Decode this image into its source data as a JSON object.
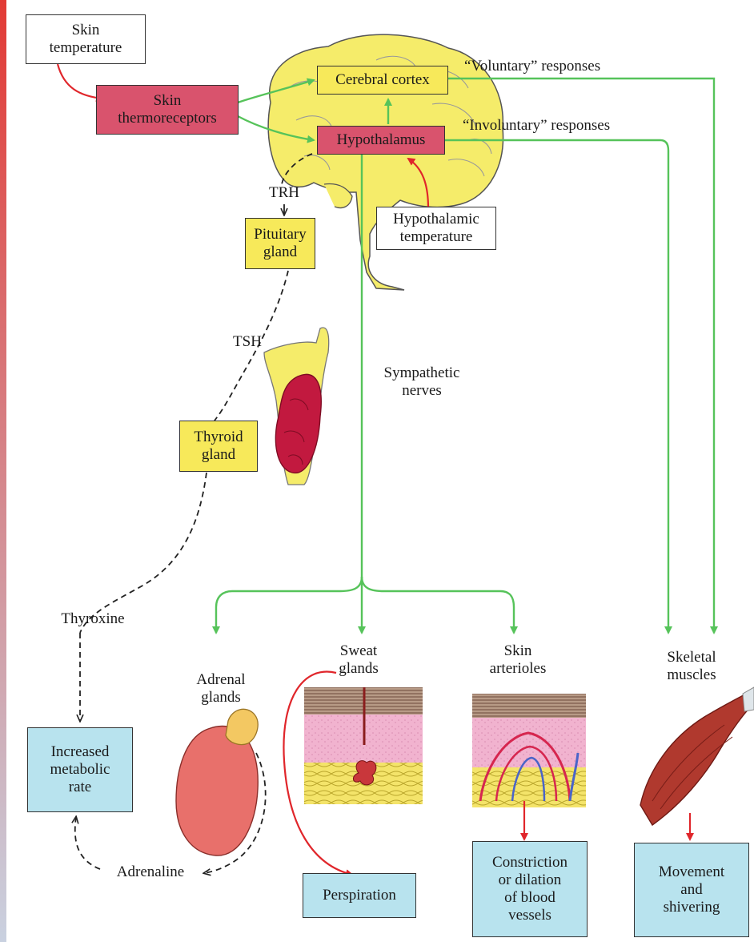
{
  "boxes": {
    "skin_temperature": "Skin\ntemperature",
    "skin_thermoreceptors": "Skin\nthermoreceptors",
    "cerebral_cortex": "Cerebral cortex",
    "hypothalamus": "Hypothalamus",
    "hypothalamic_temperature": "Hypothalamic\ntemperature",
    "pituitary_gland": "Pituitary\ngland",
    "thyroid_gland": "Thyroid\ngland",
    "increased_metabolic_rate": "Increased\nmetabolic\nrate",
    "perspiration": "Perspiration",
    "constriction_dilation": "Constriction\nor dilation\nof blood\nvessels",
    "movement_shivering": "Movement\nand\nshivering"
  },
  "labels": {
    "voluntary": "“Voluntary” responses",
    "involuntary": "“Involuntary” responses",
    "trh": "TRH",
    "tsh": "TSH",
    "sympathetic": "Sympathetic\nnerves",
    "thyroxine": "Thyroxine",
    "adrenal": "Adrenal\nglands",
    "sweat": "Sweat\nglands",
    "arterioles": "Skin\narterioles",
    "skeletal": "Skeletal\nmuscles",
    "adrenaline": "Adrenaline"
  },
  "colors": {
    "neural_arrow": "#56c35a",
    "stimulus_arrow": "#e0262b",
    "hormone_arrow": "#222222",
    "brain": "#f5ec6a",
    "red_box": "#d9536d",
    "yellow_box": "#f7e95a",
    "blue_box": "#b8e3ee"
  }
}
